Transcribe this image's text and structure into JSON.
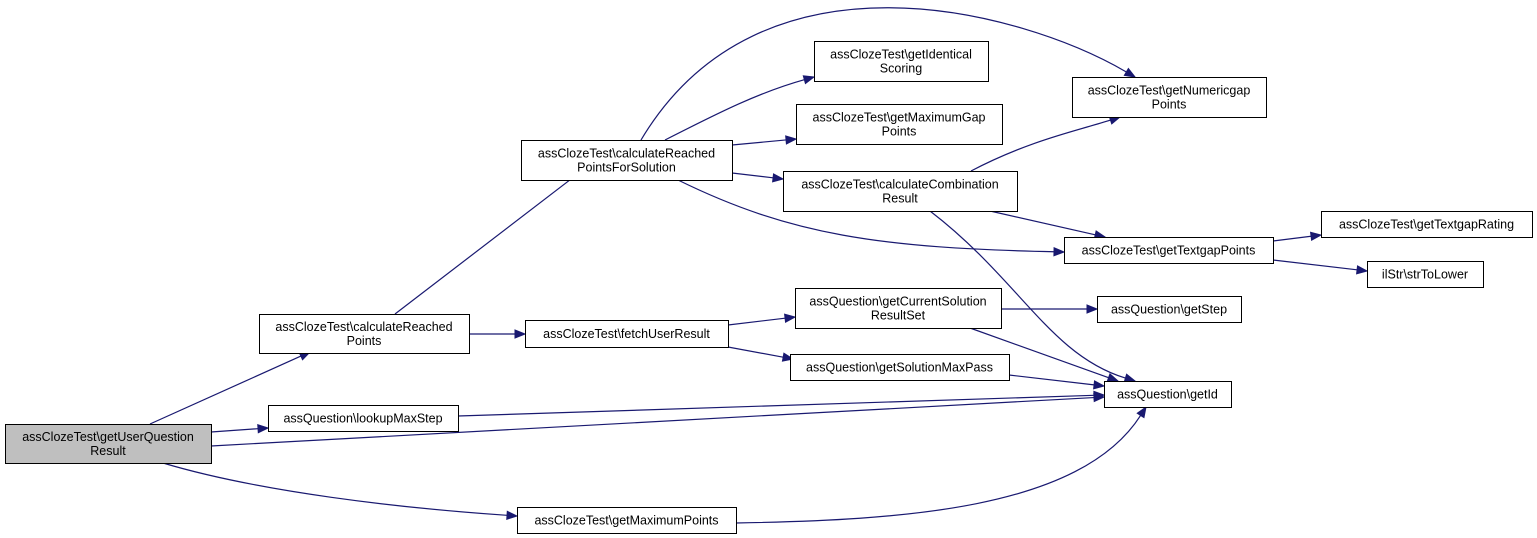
{
  "nodes": {
    "getUserQuestionResult": [
      "assClozeTest\\getUserQuestion",
      "Result"
    ],
    "calculateReachedPoints": [
      "assClozeTest\\calculateReached",
      "Points"
    ],
    "lookupMaxStep": [
      "assQuestion\\lookupMaxStep"
    ],
    "getMaximumPoints": [
      "assClozeTest\\getMaximumPoints"
    ],
    "calculateReachedPointsForSolution": [
      "assClozeTest\\calculateReached",
      "PointsForSolution"
    ],
    "fetchUserResult": [
      "assClozeTest\\fetchUserResult"
    ],
    "getIdenticalScoring": [
      "assClozeTest\\getIdentical",
      "Scoring"
    ],
    "getMaximumGapPoints": [
      "assClozeTest\\getMaximumGap",
      "Points"
    ],
    "calculateCombinationResult": [
      "assClozeTest\\calculateCombination",
      "Result"
    ],
    "getNumericgapPoints": [
      "assClozeTest\\getNumericgap",
      "Points"
    ],
    "getTextgapPoints": [
      "assClozeTest\\getTextgapPoints"
    ],
    "getCurrentSolutionResultSet": [
      "assQuestion\\getCurrentSolution",
      "ResultSet"
    ],
    "getSolutionMaxPass": [
      "assQuestion\\getSolutionMaxPass"
    ],
    "getStep": [
      "assQuestion\\getStep"
    ],
    "getId": [
      "assQuestion\\getId"
    ],
    "getTextgapRating": [
      "assClozeTest\\getTextgapRating"
    ],
    "strToLower": [
      "ilStr\\strToLower"
    ]
  },
  "edges": [
    [
      "getUserQuestionResult",
      "calculateReachedPoints"
    ],
    [
      "getUserQuestionResult",
      "lookupMaxStep"
    ],
    [
      "getUserQuestionResult",
      "getId"
    ],
    [
      "getUserQuestionResult",
      "getMaximumPoints"
    ],
    [
      "calculateReachedPoints",
      "calculateReachedPointsForSolution"
    ],
    [
      "calculateReachedPoints",
      "fetchUserResult"
    ],
    [
      "calculateReachedPointsForSolution",
      "getNumericgapPoints"
    ],
    [
      "calculateReachedPointsForSolution",
      "getIdenticalScoring"
    ],
    [
      "calculateReachedPointsForSolution",
      "getMaximumGapPoints"
    ],
    [
      "calculateReachedPointsForSolution",
      "calculateCombinationResult"
    ],
    [
      "calculateReachedPointsForSolution",
      "getTextgapPoints"
    ],
    [
      "calculateCombinationResult",
      "getNumericgapPoints"
    ],
    [
      "calculateCombinationResult",
      "getTextgapPoints"
    ],
    [
      "calculateCombinationResult",
      "getId"
    ],
    [
      "getTextgapPoints",
      "getTextgapRating"
    ],
    [
      "getTextgapPoints",
      "strToLower"
    ],
    [
      "fetchUserResult",
      "getCurrentSolutionResultSet"
    ],
    [
      "fetchUserResult",
      "getSolutionMaxPass"
    ],
    [
      "getCurrentSolutionResultSet",
      "getStep"
    ],
    [
      "getCurrentSolutionResultSet",
      "getId"
    ],
    [
      "getSolutionMaxPass",
      "getId"
    ],
    [
      "lookupMaxStep",
      "getId"
    ],
    [
      "getMaximumPoints",
      "getId"
    ]
  ],
  "colors": {
    "edge": "#191970",
    "root_fill": "#bfbfbf",
    "node_fill": "#ffffff",
    "border": "#000000"
  }
}
